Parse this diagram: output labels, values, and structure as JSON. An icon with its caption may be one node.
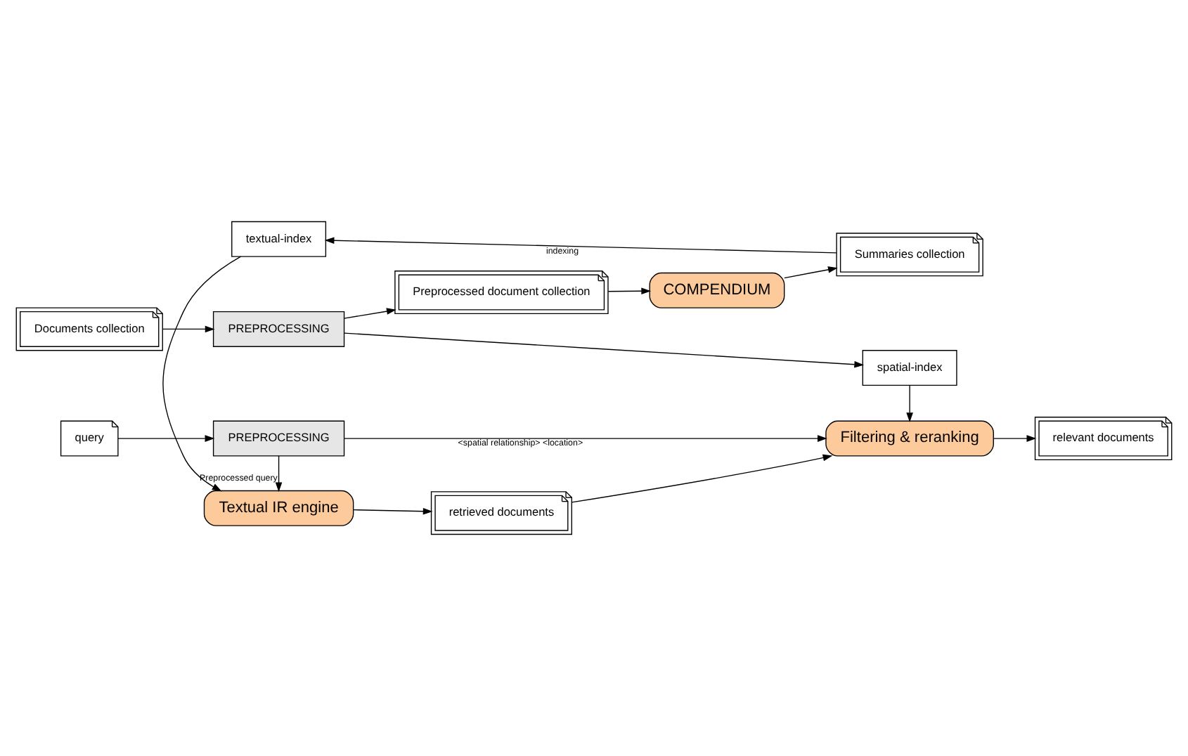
{
  "diagram": {
    "nodes": [
      {
        "text": [
          "query"
        ]
      },
      {
        "text": [
          "PREPROCESSING"
        ]
      },
      {
        "text": [
          "Textual IR engine"
        ]
      },
      {
        "text": [
          "retrieved documents"
        ]
      },
      {
        "text": [
          "Filtering & reranking"
        ]
      },
      {
        "text": [
          "relevant documents"
        ]
      },
      {
        "text": [
          "Documents collection"
        ]
      },
      {
        "text": [
          "textual-index"
        ]
      },
      {
        "text": [
          "PREPROCESSING"
        ]
      },
      {
        "text": [
          "Preprocessed document collection"
        ]
      },
      {
        "text": [
          "COMPENDIUM"
        ]
      },
      {
        "text": [
          "Summaries collection"
        ]
      },
      {
        "text": [
          "spatial-index"
        ]
      }
    ],
    "edges": [
      {
        "from": 0,
        "to": 1,
        "arrow": "to"
      },
      {
        "from": 1,
        "to": 4,
        "arrow": "to",
        "label": "<spatial relationship> <location>"
      },
      {
        "from": 1,
        "to": 2,
        "arrow": "to",
        "label": "Preprocessed query"
      },
      {
        "from": 2,
        "to": 3,
        "arrow": "to"
      },
      {
        "from": 3,
        "to": 4,
        "arrow": "to"
      },
      {
        "from": 4,
        "to": 5,
        "arrow": "to"
      },
      {
        "from": 7,
        "to": 2,
        "arrow": "to"
      },
      {
        "from": 11,
        "to": 7,
        "arrow": "to",
        "label": "indexing"
      },
      {
        "from": 6,
        "to": 8,
        "arrow": "to"
      },
      {
        "from": 8,
        "to": 9,
        "arrow": "to"
      },
      {
        "from": 9,
        "to": 10,
        "arrow": "to"
      },
      {
        "from": 10,
        "to": 11,
        "arrow": "to"
      },
      {
        "from": 12,
        "to": 4,
        "arrow": "to"
      },
      {
        "from": 8,
        "to": 12,
        "arrow": "to"
      }
    ]
  }
}
